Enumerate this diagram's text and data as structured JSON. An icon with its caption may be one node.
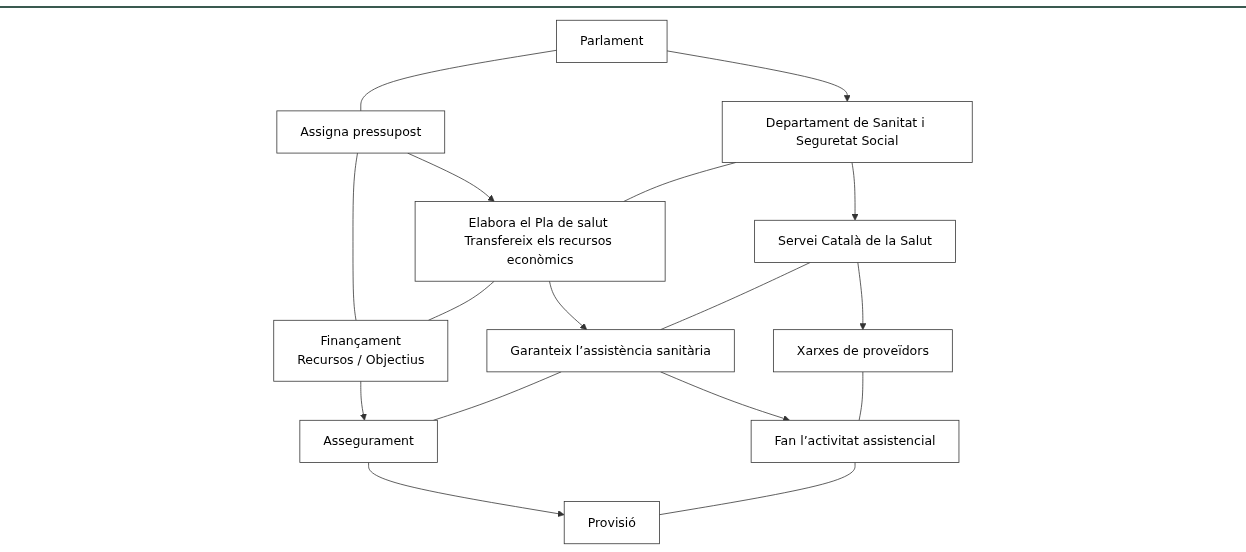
{
  "diagram": {
    "nodes": [
      {
        "text": [
          "Parlament"
        ]
      },
      {
        "text": [
          "Assigna pressupost"
        ]
      },
      {
        "text": [
          "Finançament",
          "Recursos / Objectius"
        ]
      },
      {
        "text": [
          "Departament de Sanitat i Seguretat Social"
        ]
      },
      {
        "text": [
          "Elabora el Pla de salut Transfereix els recursos econòmics"
        ]
      },
      {
        "text": [
          "Servei Català de la Salut"
        ]
      },
      {
        "text": [
          "Garanteix l’assistència sanitària"
        ]
      },
      {
        "text": [
          "Assegurament"
        ]
      },
      {
        "text": [
          "Xarxes de proveïdors"
        ]
      },
      {
        "text": [
          "Fan l’activitat assistencial"
        ]
      },
      {
        "text": [
          "Provisió"
        ]
      }
    ],
    "edges": [
      {
        "from": 0,
        "to": 1,
        "arrow": "none"
      },
      {
        "from": 0,
        "to": 3,
        "arrow": "to"
      },
      {
        "from": 1,
        "to": 4,
        "arrow": "to"
      },
      {
        "from": 1,
        "to": 2,
        "arrow": "none"
      },
      {
        "from": 4,
        "to": 2,
        "arrow": "none"
      },
      {
        "from": 3,
        "to": 4,
        "arrow": "none"
      },
      {
        "from": 3,
        "to": 5,
        "arrow": "to"
      },
      {
        "from": 4,
        "to": 6,
        "arrow": "to"
      },
      {
        "from": 2,
        "to": 7,
        "arrow": "to"
      },
      {
        "from": 5,
        "to": 6,
        "arrow": "none"
      },
      {
        "from": 6,
        "to": 7,
        "arrow": "none"
      },
      {
        "from": 5,
        "to": 8,
        "arrow": "to"
      },
      {
        "from": 6,
        "to": 9,
        "arrow": "to"
      },
      {
        "from": 7,
        "to": 10,
        "arrow": "to"
      },
      {
        "from": 8,
        "to": 9,
        "arrow": "none"
      },
      {
        "from": 9,
        "to": 10,
        "arrow": "none"
      }
    ]
  }
}
